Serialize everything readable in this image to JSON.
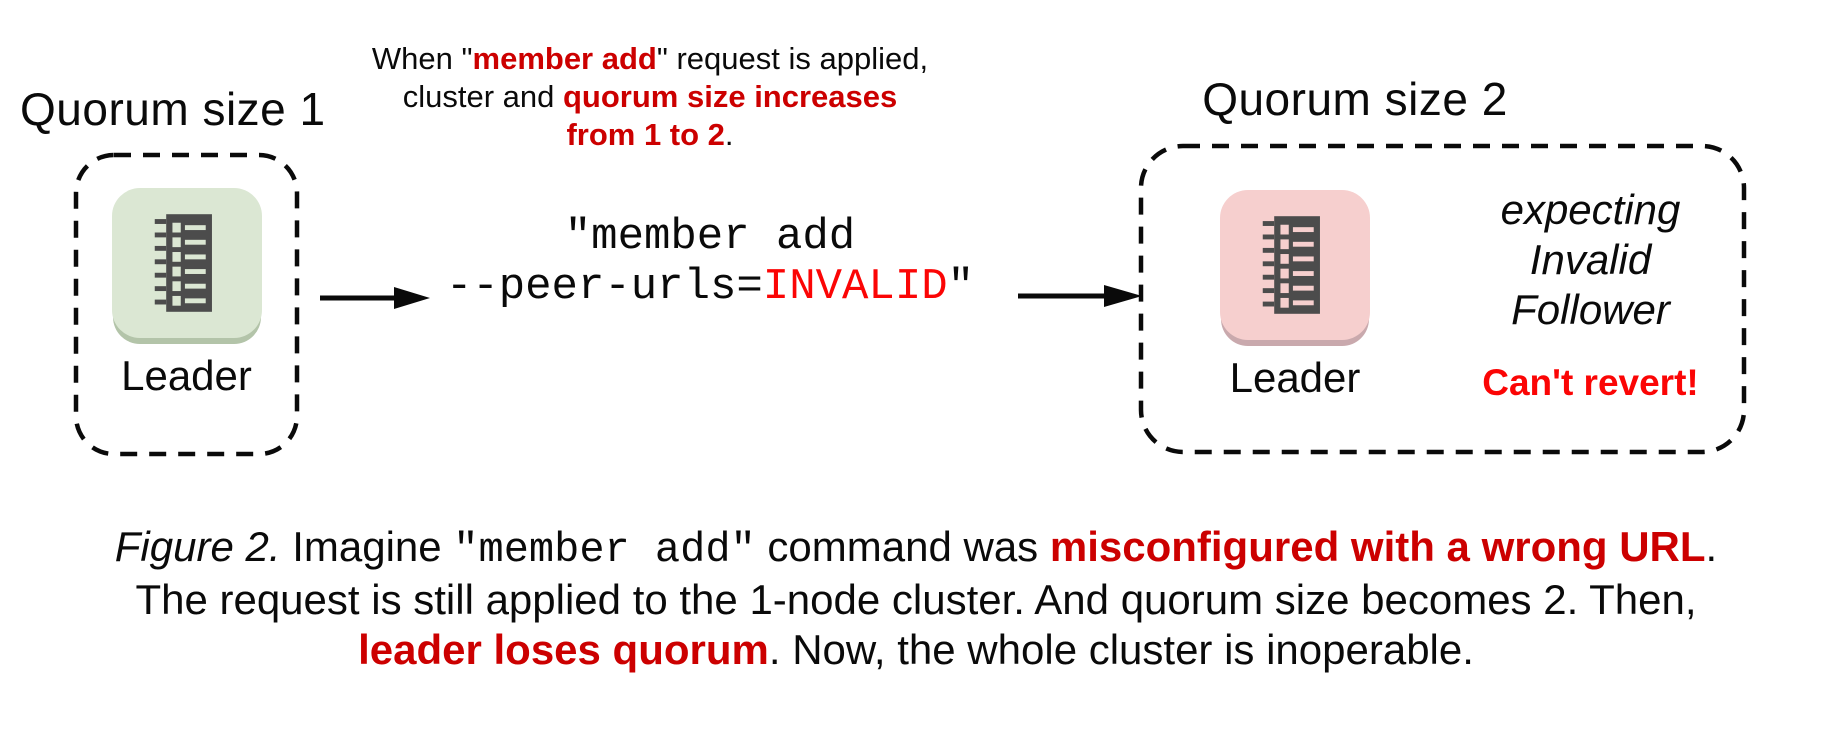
{
  "colors": {
    "text-black": "#0a0a0a",
    "dark-red": "#cc0000",
    "bright-red": "#fb0505",
    "green-bg": "#dbe7d3",
    "green-shadow": "#b3c4a9",
    "pink-bg": "#f6cfce",
    "pink-shadow": "#c9a9ad",
    "icon-dark": "#4c4c4c"
  },
  "icons": {
    "node_icon": "server-icon",
    "transition_icon": "arrow-right-icon"
  },
  "left_cluster": {
    "title": "Quorum size 1",
    "node_label": "Leader"
  },
  "right_cluster": {
    "title": "Quorum size 2",
    "node_label": "Leader",
    "expecting_lines": [
      "expecting",
      "Invalid",
      "Follower"
    ],
    "warning": "Can't revert!"
  },
  "top_note": {
    "lines": [
      [
        {
          "text": "When \""
        },
        {
          "text": "member add",
          "style": "red-bold"
        },
        {
          "text": "\" request is applied,"
        }
      ],
      [
        {
          "text": "cluster and "
        },
        {
          "text": "quorum size increases",
          "style": "red-bold"
        }
      ],
      [
        {
          "text": "from 1 to 2",
          "style": "red-bold"
        },
        {
          "text": "."
        }
      ]
    ]
  },
  "command": {
    "lines": [
      [
        {
          "text": "\"member add"
        }
      ],
      [
        {
          "text": "--peer-urls="
        },
        {
          "text": "INVALID",
          "style": "bright-red"
        },
        {
          "text": "\""
        }
      ]
    ]
  },
  "caption": {
    "lines": [
      [
        {
          "text": "Figure 2.",
          "style": "italic"
        },
        {
          "text": " Imagine "
        },
        {
          "text": "\"member add\"",
          "style": "mono"
        },
        {
          "text": " command was "
        },
        {
          "text": "misconfigured with a wrong URL",
          "style": "red-bold"
        },
        {
          "text": "."
        }
      ],
      [
        {
          "text": "The request is still applied to the 1-node cluster. And quorum size becomes 2. Then,"
        }
      ],
      [
        {
          "text": "leader loses quorum",
          "style": "red-bold"
        },
        {
          "text": ". Now, the whole cluster is inoperable."
        }
      ]
    ]
  }
}
